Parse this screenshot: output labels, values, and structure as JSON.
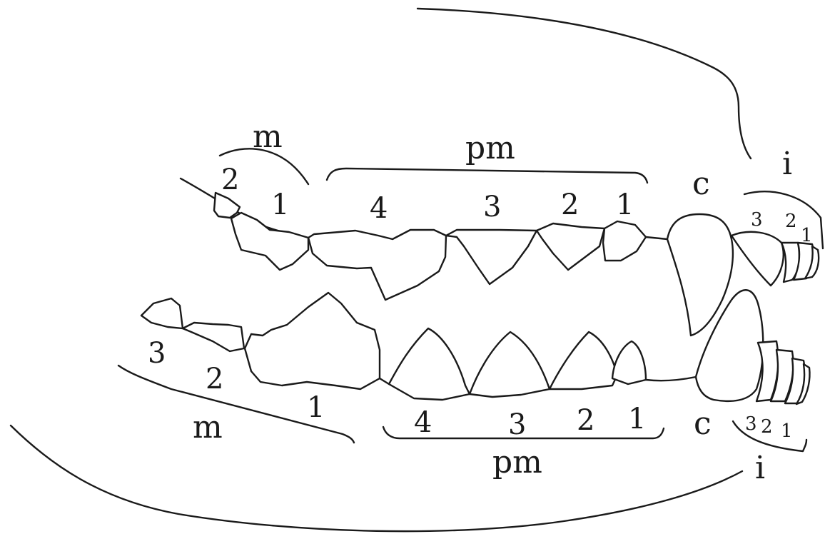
{
  "upper_jaw": {
    "molars": {
      "group": "m",
      "numbers": [
        "2",
        "1"
      ]
    },
    "premolars": {
      "group": "pm",
      "numbers": [
        "4",
        "3",
        "2",
        "1"
      ]
    },
    "canine": "c",
    "incisors": {
      "group": "i",
      "numbers": [
        "3",
        "2",
        "1"
      ]
    }
  },
  "lower_jaw": {
    "molars": {
      "group": "m",
      "numbers": [
        "3",
        "2",
        "1"
      ]
    },
    "premolars": {
      "group": "pm",
      "numbers": [
        "4",
        "3",
        "2",
        "1"
      ]
    },
    "canine": "c",
    "incisors": {
      "group": "i",
      "numbers": [
        "3",
        "2",
        "1"
      ]
    }
  }
}
